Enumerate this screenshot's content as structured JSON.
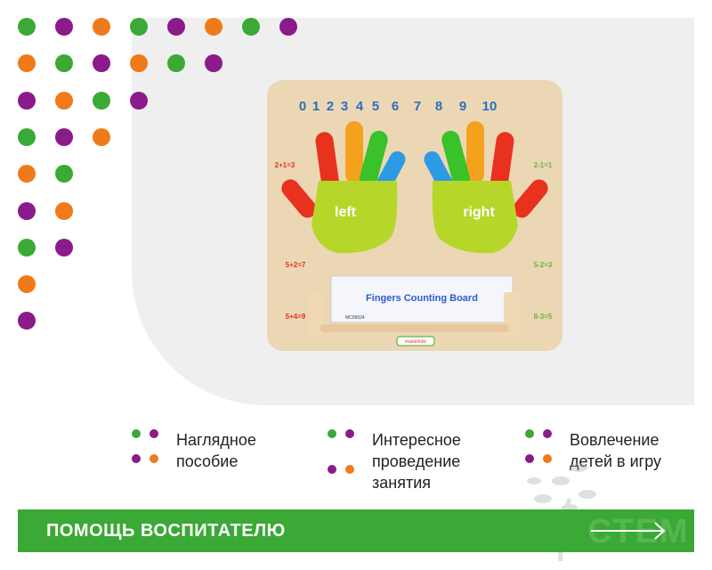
{
  "colors": {
    "green": "#3aa935",
    "purple": "#8b1a8b",
    "orange": "#f07a1a"
  },
  "board": {
    "numbers": [
      "0",
      "1",
      "2",
      "3",
      "4",
      "5",
      "6",
      "7",
      "8",
      "9",
      "10"
    ],
    "left_label": "left",
    "right_label": "right",
    "card_title": "Fingers Counting Board",
    "card_code": "MC09524",
    "left_equations": [
      "2+1=3",
      "5+2=7",
      "5+4=9"
    ],
    "right_equations": [
      "2-1=1",
      "5-2=3",
      "8-3=5"
    ],
    "brand": "masterkidz"
  },
  "features": [
    {
      "text": "Наглядное\nпособие"
    },
    {
      "text": "Интересное\nпроведение\nзанятия"
    },
    {
      "text": "Вовлечение\nдетей в игру"
    }
  ],
  "banner": {
    "label": "ПОМОЩЬ ВОСПИТАТЕЛЮ",
    "watermark": "СТЕМ"
  }
}
